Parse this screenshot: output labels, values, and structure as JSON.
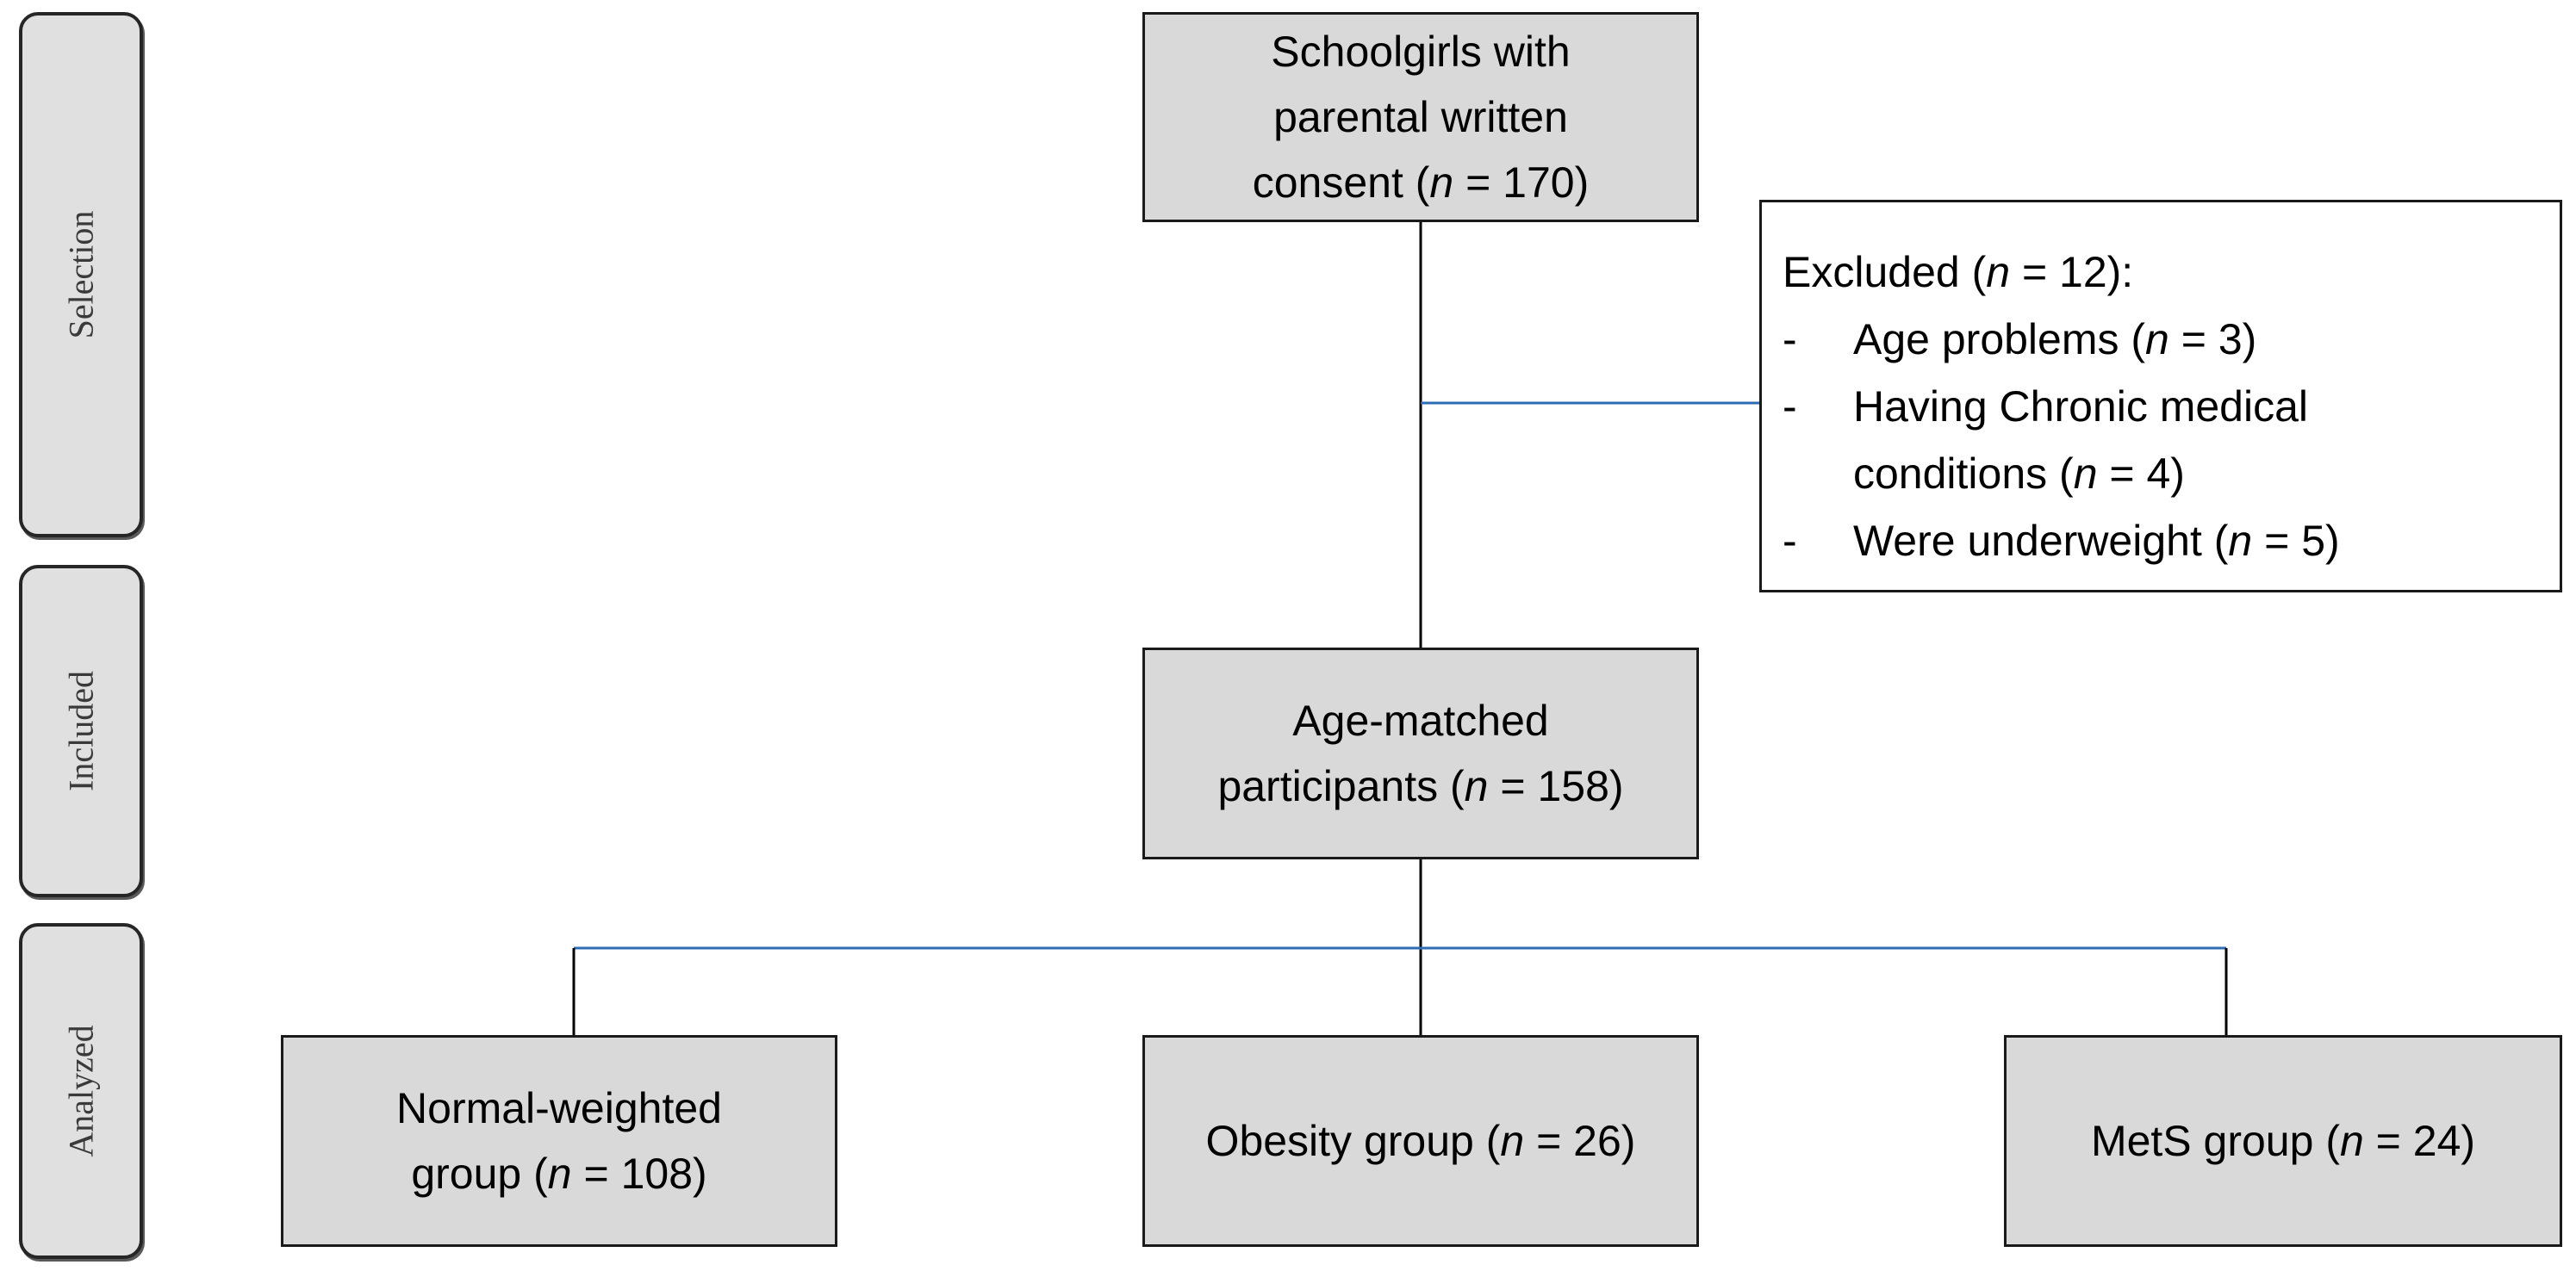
{
  "stages": {
    "selection": "Selection",
    "included": "Included",
    "analyzed": "Analyzed"
  },
  "boxes": {
    "consent": {
      "line1": "Schoolgirls with",
      "line2": "parental written",
      "line3_pre": "consent (",
      "n_label": "n",
      "n_value": " = 170)"
    },
    "excluded": {
      "heading_pre": "Excluded (",
      "n_label": "n",
      "heading_value": " = 12):",
      "bullet": "-",
      "items": [
        {
          "pre": "Age problems (",
          "n_label": "n",
          "value": " = 3)"
        },
        {
          "line1": "Having Chronic medical",
          "pre": "conditions (",
          "n_label": "n",
          "value": " = 4)"
        },
        {
          "pre": "Were underweight (",
          "n_label": "n",
          "value": " = 5)"
        }
      ]
    },
    "included": {
      "line1": "Age-matched",
      "line2_pre": "participants (",
      "n_label": "n",
      "n_value": " = 158)"
    },
    "normal": {
      "line1": "Normal-weighted",
      "line2_pre": "group (",
      "n_label": "n",
      "n_value": " = 108)"
    },
    "obesity": {
      "line1_pre": "Obesity group (",
      "n_label": "n",
      "n_value": " = 26)"
    },
    "mets": {
      "line1_pre": "MetS group (",
      "n_label": "n",
      "n_value": " = 24)"
    }
  },
  "colors": {
    "box_fill": "#d9d9d9",
    "box_border": "#1a1a1a",
    "connector_black": "#000000",
    "connector_blue": "#2e6db4",
    "stage_fill": "#e0e0e0"
  }
}
